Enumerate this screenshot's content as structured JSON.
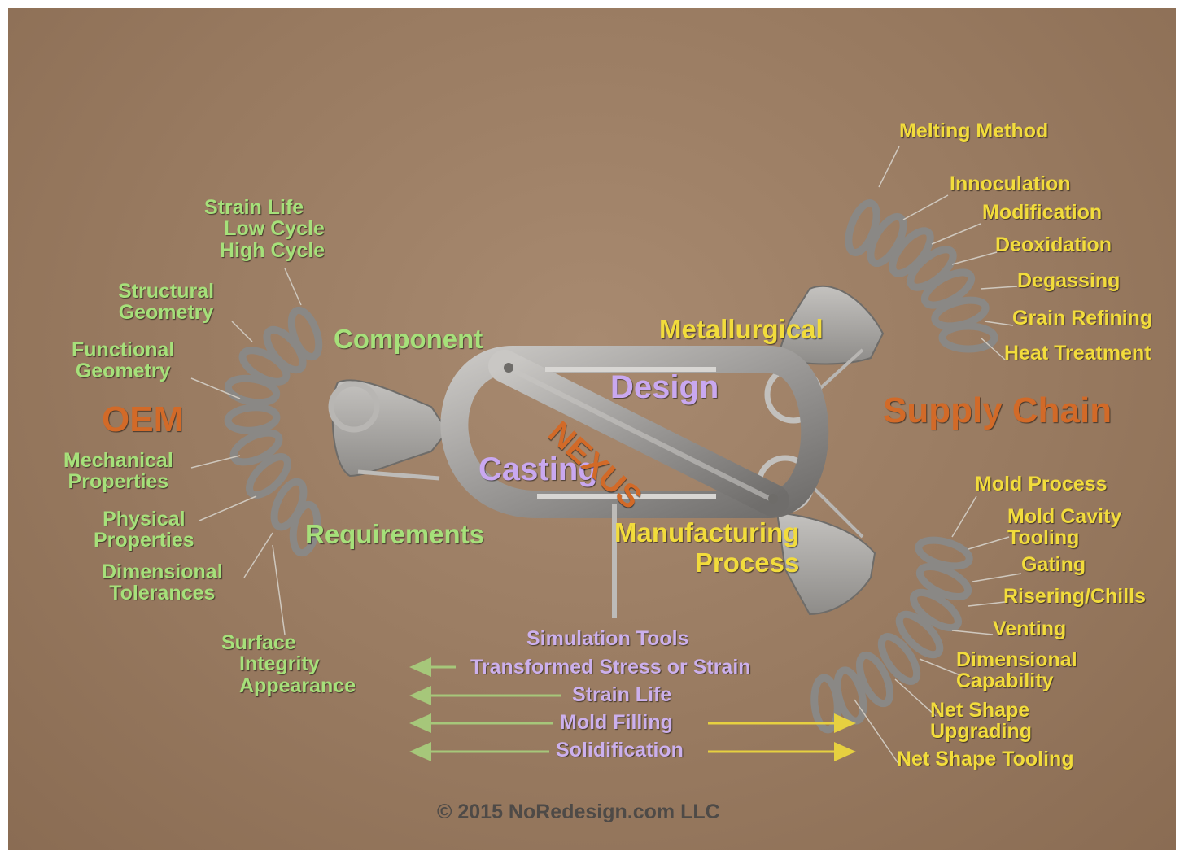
{
  "colors": {
    "background": "#987a60",
    "oem_labels": "#a6e07a",
    "supply_labels": "#f2dc3c",
    "nexus_labels": "#c9a8f0",
    "titles": "#d26a28",
    "metal": "#9c9a98"
  },
  "oem": {
    "title": "OEM",
    "component": "Component",
    "requirements": "Requirements",
    "items": {
      "strain_life": [
        "Strain Life",
        "Low Cycle",
        "High Cycle"
      ],
      "structural": [
        "Structural",
        "Geometry"
      ],
      "functional": [
        "Functional",
        "Geometry"
      ],
      "mechanical": [
        "Mechanical",
        "Properties"
      ],
      "physical": [
        "Physical",
        "Properties"
      ],
      "dimensional": [
        "Dimensional",
        "Tolerances"
      ],
      "surface": [
        "Surface",
        "Integrity",
        "Appearance"
      ]
    }
  },
  "nexus": {
    "word": "NEXUS",
    "design": "Design",
    "casting": "Casting"
  },
  "supply_chain": {
    "title": "Supply Chain",
    "metallurgical": "Metallurgical",
    "manufacturing": [
      "Manufacturing",
      "Process"
    ],
    "metallurgical_items": [
      "Melting Method",
      "Innoculation",
      "Modification",
      "Deoxidation",
      "Degassing",
      "Grain Refining",
      "Heat Treatment"
    ],
    "process_items": {
      "mold_process": "Mold Process",
      "mold_cavity": [
        "Mold Cavity",
        "Tooling"
      ],
      "gating": "Gating",
      "risering": "Risering/Chills",
      "venting": "Venting",
      "dimensional": [
        "Dimensional",
        "Capability"
      ],
      "net_shape_upgrading": [
        "Net Shape",
        "Upgrading"
      ],
      "net_shape_tooling": "Net Shape Tooling"
    }
  },
  "simulation": {
    "title": "Simulation Tools",
    "rows": [
      "Transformed Stress or Strain",
      "Strain Life",
      "Mold Filling",
      "Solidification"
    ]
  },
  "copyright": "© 2015 NoRedesign.com LLC"
}
